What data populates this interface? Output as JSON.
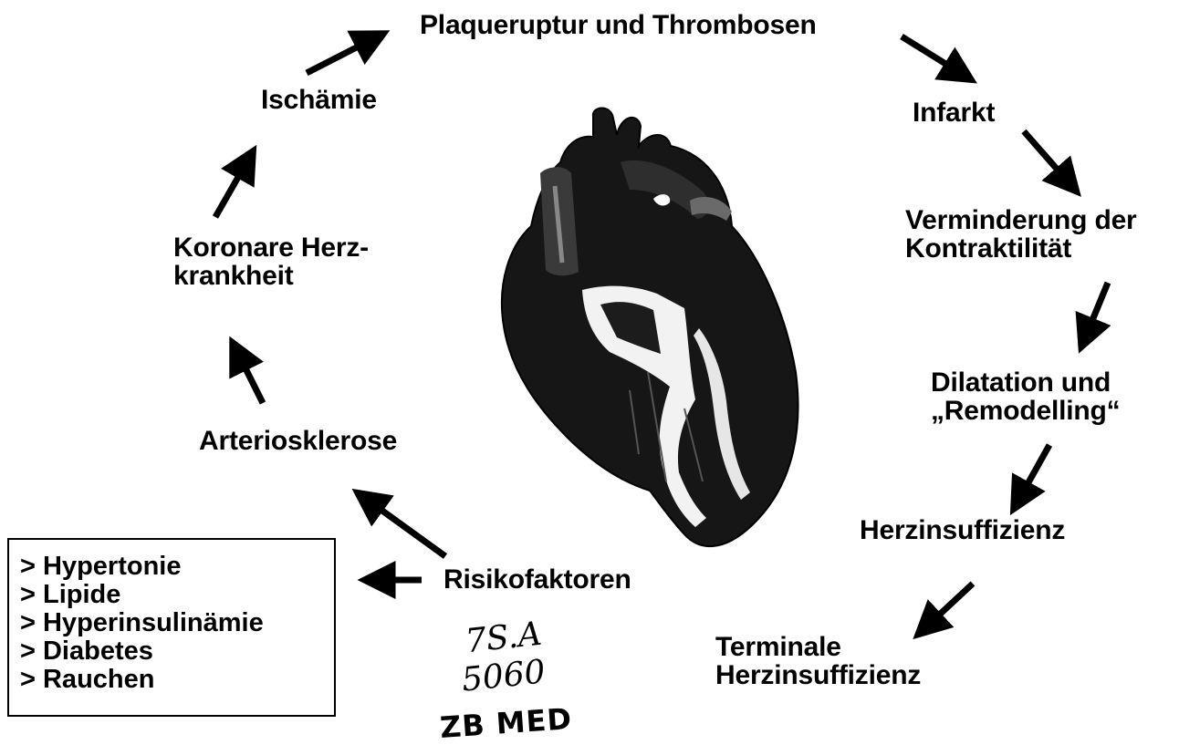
{
  "cycle": {
    "plaque": "Plaqueruptur und Thrombosen",
    "infarkt": "Infarkt",
    "kontraktilitaet": [
      "Verminderung der",
      "Kontraktilität"
    ],
    "dilatation": [
      "Dilatation und",
      "„Remodelling“"
    ],
    "herzinsuffizienz": "Herzinsuffizienz",
    "terminal": [
      "Terminale",
      "Herzinsuffizienz"
    ],
    "risikofaktoren": "Risikofaktoren",
    "arteriosklerose": "Arteriosklerose",
    "khk": [
      "Koronare Herz-",
      "krankheit"
    ],
    "ischaemie": "Ischämie"
  },
  "risk_factors": [
    "> Hypertonie",
    "> Lipide",
    "> Hyperinsulinämie",
    "> Diabetes",
    "> Rauchen"
  ],
  "annotations": {
    "handwritten": [
      "7S.A",
      "5060"
    ],
    "stamp": "ZB MED"
  },
  "icons": [
    "heart-illustration",
    "arrow"
  ]
}
